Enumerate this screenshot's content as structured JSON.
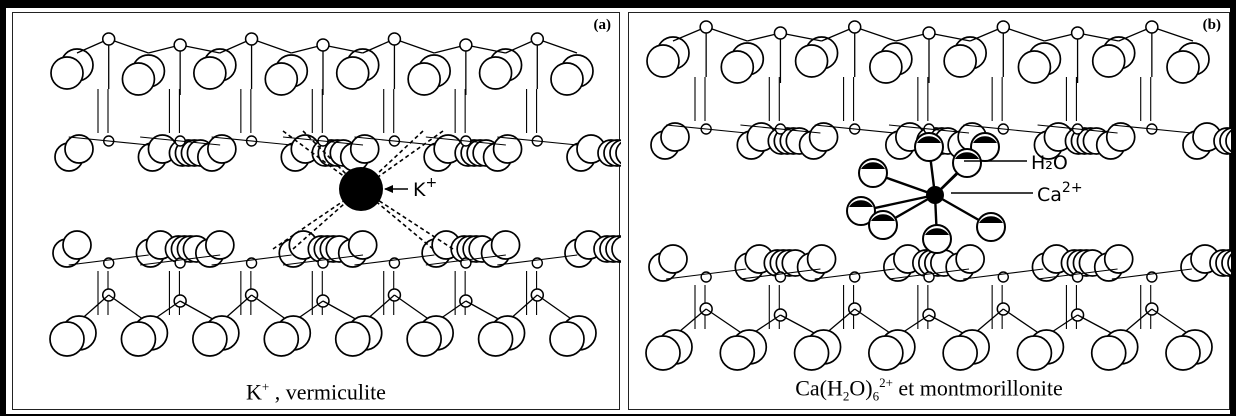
{
  "panel_a": {
    "tag": "(a)",
    "ion_label": "K",
    "ion_charge": "+",
    "caption": {
      "ion": "K",
      "charge": "+",
      "text": " , vermiculite"
    }
  },
  "panel_b": {
    "tag": "(b)",
    "water_label": "H₂O",
    "ion_label": "Ca",
    "ion_charge": "2+",
    "caption": {
      "prefix": "Ca(H",
      "sub1": "2",
      "mid": "O)",
      "sub2": "6",
      "charge": "2+",
      "text": " et montmorillonite"
    }
  },
  "colors": {
    "ink": "#000000",
    "paper": "#ffffff",
    "border": "#000000"
  }
}
